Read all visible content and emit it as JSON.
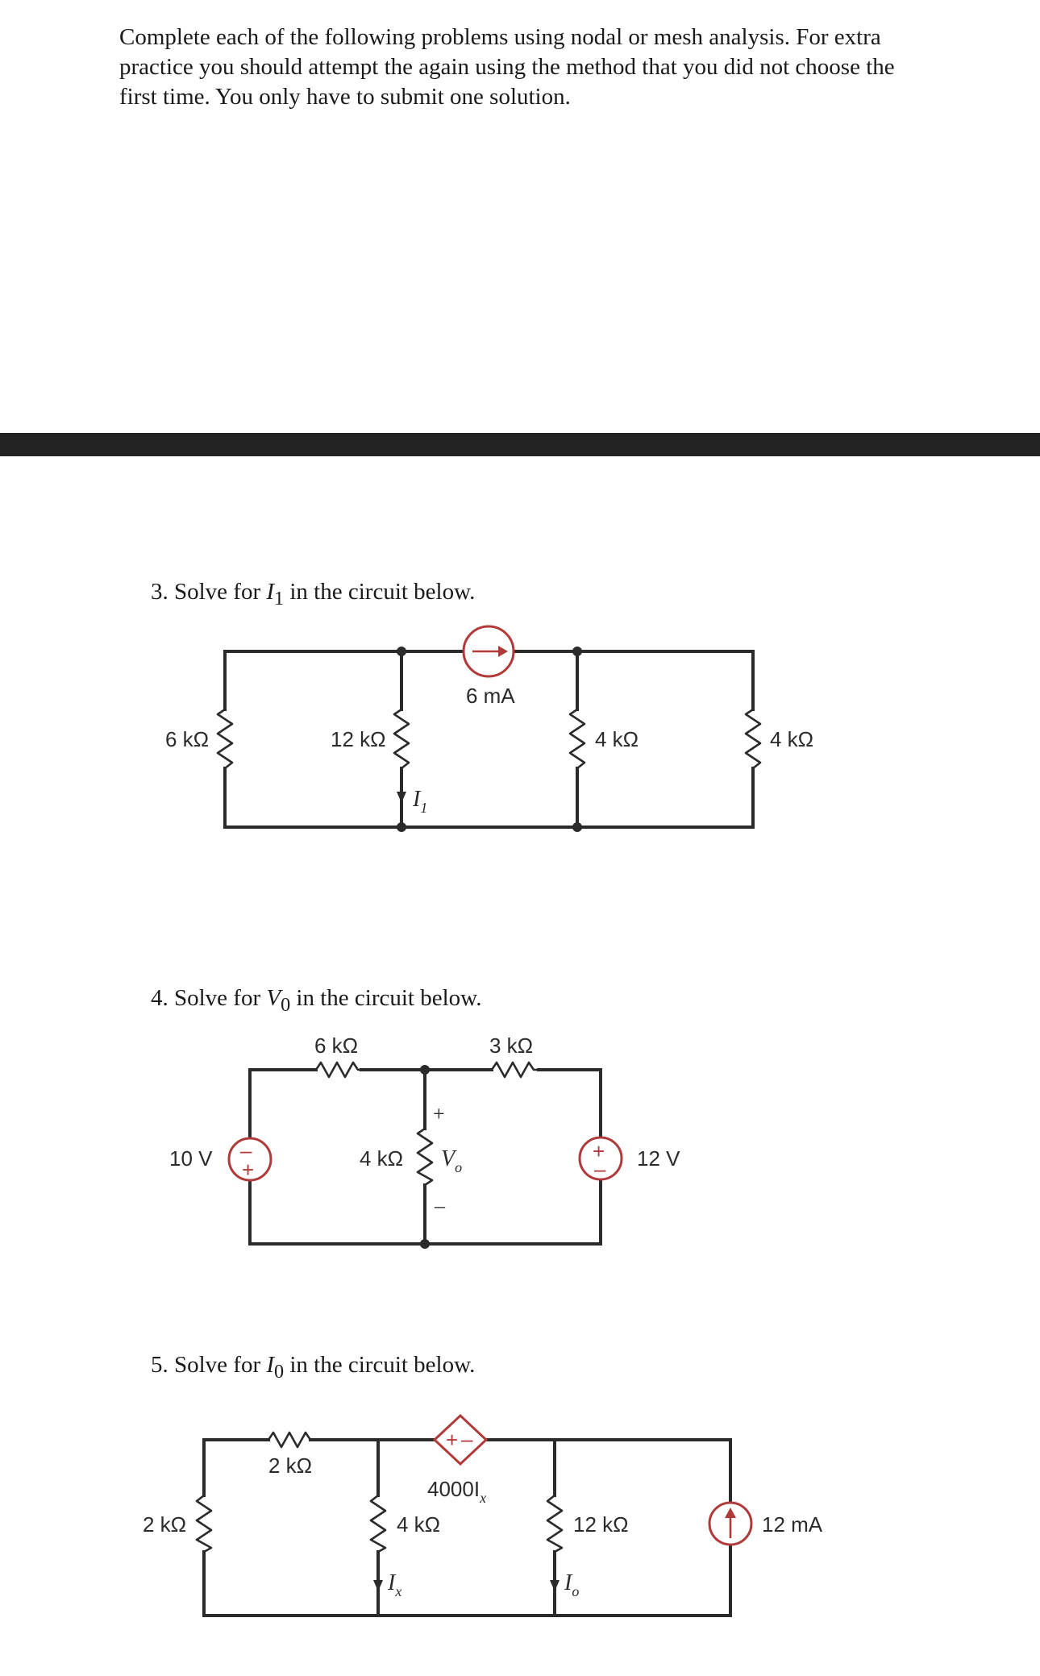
{
  "intro": "Complete each of the following problems using nodal or mesh analysis. For extra practice you should attempt the again using the method that you did not choose the first time. You only have to submit one solution.",
  "problems": [
    {
      "number": "3.",
      "pre": "Solve for ",
      "var": "I",
      "var_sub": "1",
      "post": " in the circuit below.",
      "labels": {
        "r6k": "6 kΩ",
        "r12k": "12 kΩ",
        "src": "6 mA",
        "r4k_a": "4 kΩ",
        "r4k_b": "4 kΩ",
        "i1": "I",
        "i1_sub": "1"
      }
    },
    {
      "number": "4.",
      "pre": "Solve for ",
      "var": "V",
      "var_sub": "0",
      "post": " in the circuit below.",
      "labels": {
        "r6k": "6 kΩ",
        "r3k": "3 kΩ",
        "v10": "10 V",
        "r4k": "4 kΩ",
        "vo": "V",
        "vo_sub": "o",
        "v12": "12 V",
        "plus": "+",
        "minus": "–"
      }
    },
    {
      "number": "5.",
      "pre": "Solve for ",
      "var": "I",
      "var_sub": "0",
      "post": " in the circuit below.",
      "labels": {
        "r2k_top": "2 kΩ",
        "dep": "4000I",
        "dep_sub": "x",
        "r2k_left": "2 kΩ",
        "r4k": "4 kΩ",
        "r12k": "12 kΩ",
        "i12": "12 mA",
        "ix": "I",
        "ix_sub": "x",
        "io": "I",
        "io_sub": "o"
      }
    }
  ]
}
